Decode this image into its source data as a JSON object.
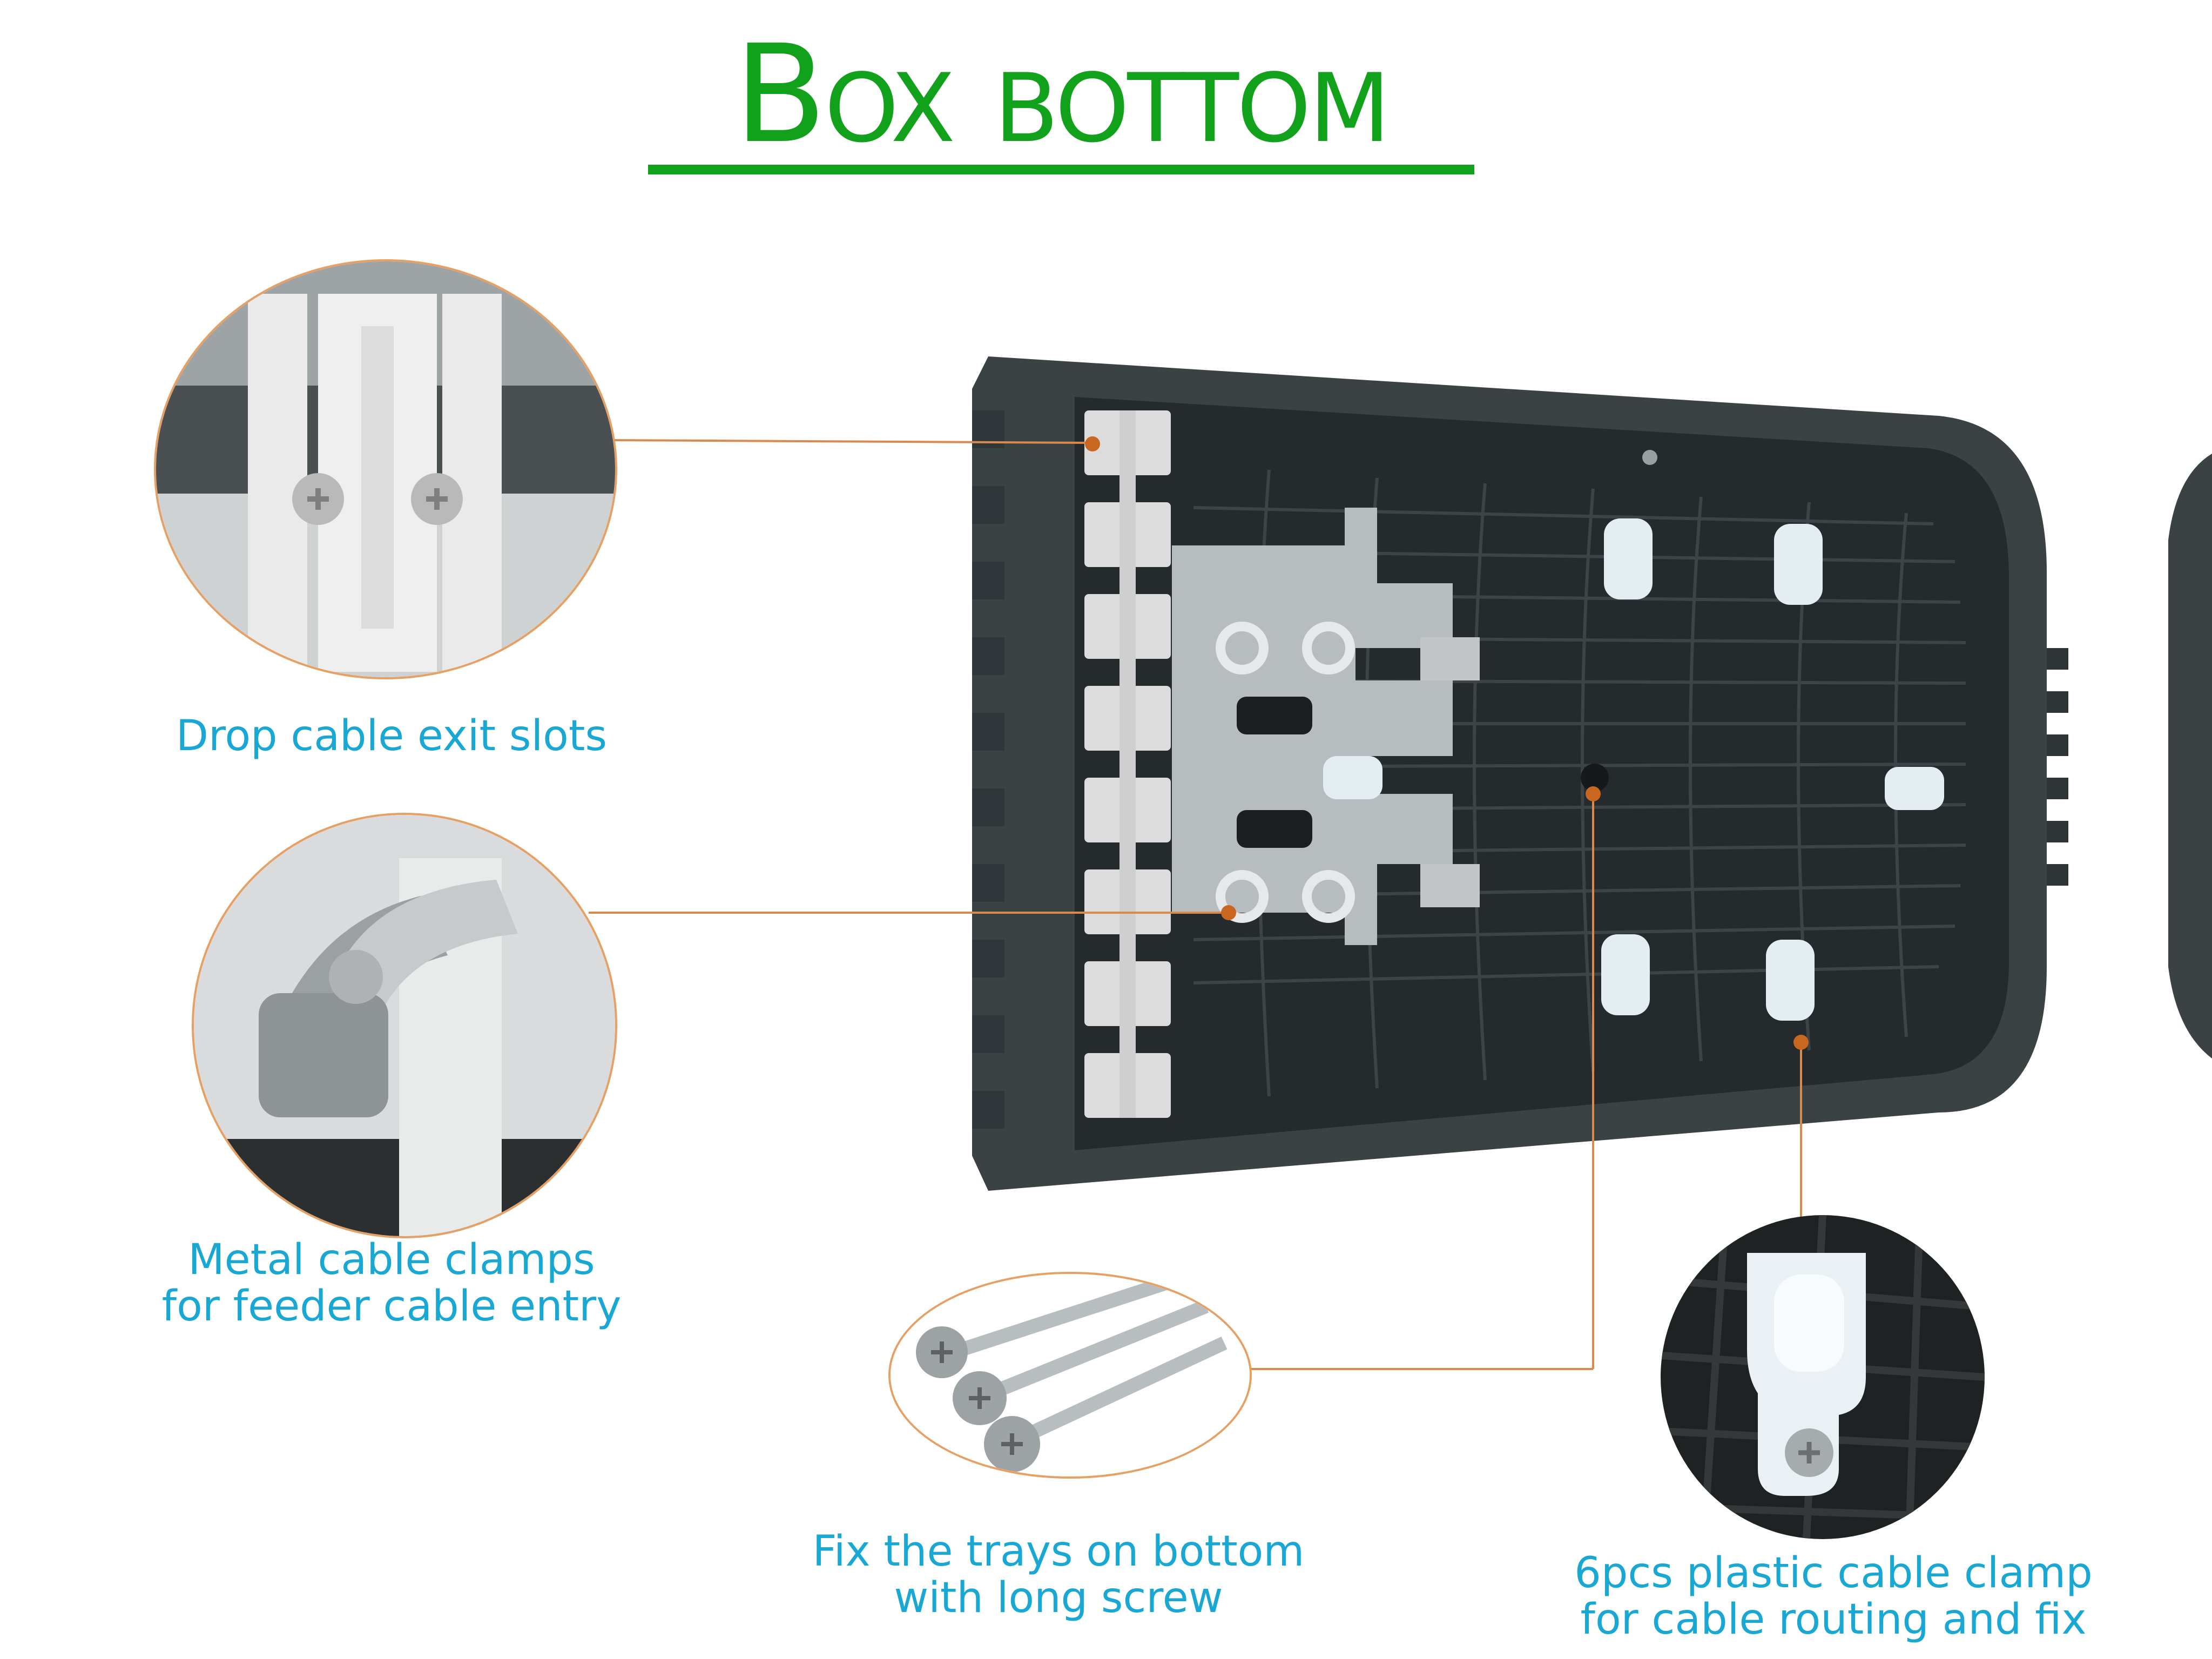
{
  "title": "Box bottom",
  "colors": {
    "title": "#11a11a",
    "caption": "#19a8d4",
    "leader": "#d98a4e",
    "marker": "#c9661f",
    "box_body": "#3b4244",
    "box_inner": "#252a2c",
    "slot": "#dcdcdc",
    "metal": "#b7bcbe",
    "plastic": "#e4edf2"
  },
  "callouts": {
    "drop_slots": {
      "caption": "Drop cable exit slots"
    },
    "metal_clamps": {
      "caption_lines": [
        "Metal cable clamps",
        "for feeder cable entry"
      ]
    },
    "long_screw": {
      "caption_lines": [
        "Fix the trays on bottom",
        "with long screw"
      ]
    },
    "plastic_clamp": {
      "caption_lines": [
        "6pcs plastic cable clamp",
        "for cable routing and fix"
      ]
    }
  }
}
